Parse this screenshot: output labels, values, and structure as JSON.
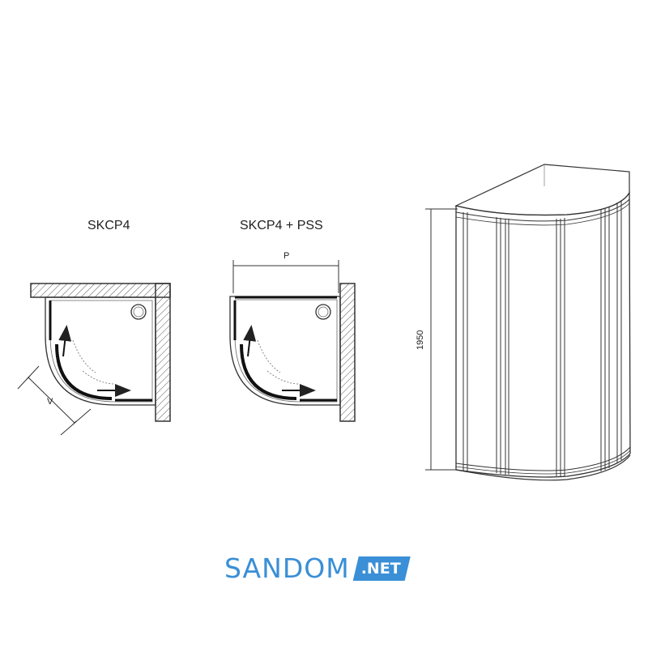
{
  "left_plan": {
    "title": "SKCP4",
    "dimension_label": "V"
  },
  "middle_plan": {
    "title": "SKCP4 + PSS",
    "dimension_label": "P"
  },
  "elevation": {
    "height_label": "1950"
  },
  "logo": {
    "name": "SANDOM",
    "suffix": ".NET",
    "color": "#3a8fd6"
  }
}
